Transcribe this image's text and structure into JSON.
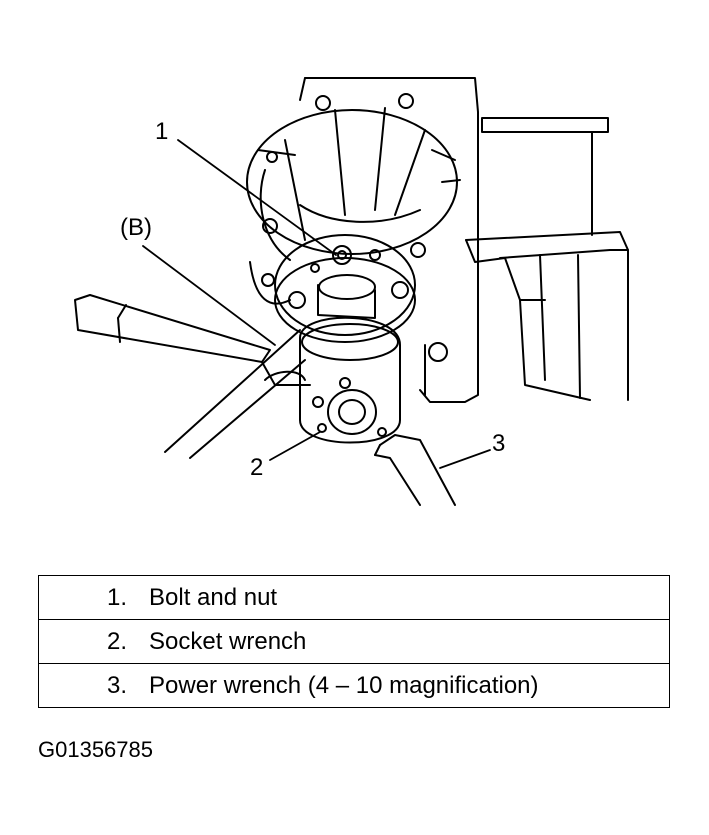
{
  "callouts": [
    {
      "label": "1"
    },
    {
      "label": "(B)"
    },
    {
      "label": "2"
    },
    {
      "label": "3"
    }
  ],
  "legend": [
    {
      "num": "1.",
      "text": "Bolt and nut"
    },
    {
      "num": "2.",
      "text": "Socket wrench"
    },
    {
      "num": "3.",
      "text": "Power wrench (4 – 10 magnification)"
    }
  ],
  "figure_id": "G01356785",
  "colors": {
    "ink": "#000000",
    "paper": "#ffffff"
  }
}
